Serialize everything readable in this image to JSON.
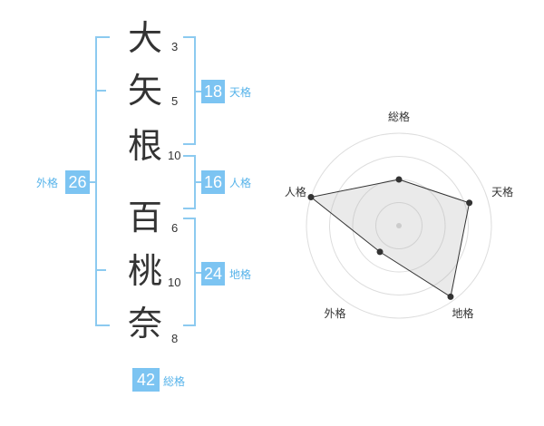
{
  "name": {
    "surname": [
      {
        "char": "大",
        "strokes": "3"
      },
      {
        "char": "矢",
        "strokes": "5"
      },
      {
        "char": "根",
        "strokes": "10"
      }
    ],
    "given": [
      {
        "char": "百",
        "strokes": "6"
      },
      {
        "char": "桃",
        "strokes": "10"
      },
      {
        "char": "奈",
        "strokes": "8"
      }
    ]
  },
  "fortunes": {
    "tenkaku": {
      "value": "18",
      "label": "天格"
    },
    "jinkaku": {
      "value": "16",
      "label": "人格"
    },
    "chikaku": {
      "value": "24",
      "label": "地格"
    },
    "gaikaku": {
      "value": "26",
      "label": "外格"
    },
    "soukaku": {
      "value": "42",
      "label": "総格"
    }
  },
  "colors": {
    "accent": "#7cc4f2",
    "bracket": "#8ccaf0",
    "label_text": "#56b3ea"
  },
  "chart_data": {
    "type": "radar",
    "axes": [
      "総格",
      "天格",
      "地格",
      "外格",
      "人格"
    ],
    "values": [
      0.5,
      0.8,
      0.95,
      0.35,
      1.0
    ],
    "rings": 4,
    "range": [
      0,
      1
    ]
  }
}
